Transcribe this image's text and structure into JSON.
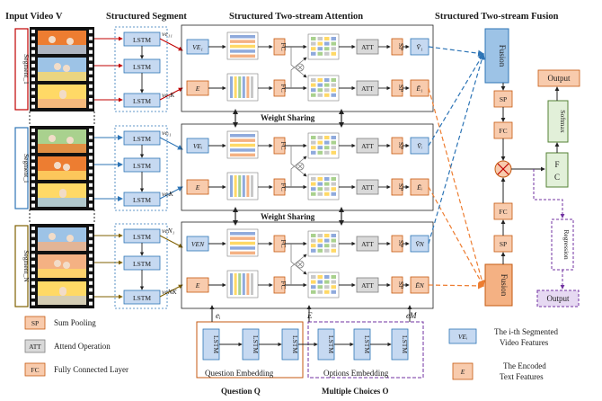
{
  "headers": {
    "input_video": "Input Video V",
    "structured_segment": "Structured Segment",
    "two_stream_attention": "Structured Two-stream Attention",
    "two_stream_fusion": "Structured Two-stream Fusion"
  },
  "segments": [
    {
      "label": "Segment_1",
      "ve_top": "ve₁₁",
      "ve_bottom": "ve₁K",
      "ve_box": "VE₁",
      "e_box": "E",
      "v_out": "V̄₁",
      "e_out": "Ē₁"
    },
    {
      "label": "Segment_i",
      "ve_top": "veᵢ₁",
      "ve_bottom": "veᵢK",
      "ve_box": "VEᵢ",
      "e_box": "E",
      "v_out": "V̄ᵢ",
      "e_out": "Ēᵢ"
    },
    {
      "label": "Segment_N",
      "ve_top": "veN₁",
      "ve_bottom": "veNK",
      "ve_box": "VEN",
      "e_box": "E",
      "v_out": "V̄N",
      "e_out": "ĒN"
    }
  ],
  "lstm": "LSTM",
  "fc": "FC",
  "att": "ATT",
  "sp": "SP",
  "weight_sharing": "Weight Sharing",
  "fusion": "Fusion",
  "output": "Output",
  "softmax": "Softmax",
  "regression": "Regression",
  "fc_right": "FC",
  "question_embedding": "Question Embedding",
  "options_embedding": "Options Embedding",
  "question_q": "Question Q",
  "multiple_choices": "Multiple Choices O",
  "e_i": "eᵢ",
  "e_label": "E",
  "e_m": "eM",
  "legend": {
    "sp_key": "SP",
    "sp_desc": "Sum Pooling",
    "att_key": "ATT",
    "att_desc": "Attend Operation",
    "fc_key": "FC",
    "fc_desc": "Fully Connected Layer",
    "ve_key": "VEᵢ",
    "ve_desc_1": "The i-th Segmented",
    "ve_desc_2": "Video Features",
    "e_key": "E",
    "e_desc_1": "The Encoded",
    "e_desc_2": "Text Features"
  },
  "colors": {
    "lstm_fill": "#c6d9f1",
    "orange_fill": "#f8cbad",
    "att_fill": "#d9d9d9",
    "fusion_blue": "#9dc3e6",
    "fusion_orange": "#f4b183",
    "green_fill": "#e2f0d9",
    "purple": "#7030a0",
    "red_arrow": "#c00000",
    "blue_arrow": "#2e75b6",
    "gold_arrow": "#7f6000",
    "orange_arrow": "#ed7d31"
  }
}
